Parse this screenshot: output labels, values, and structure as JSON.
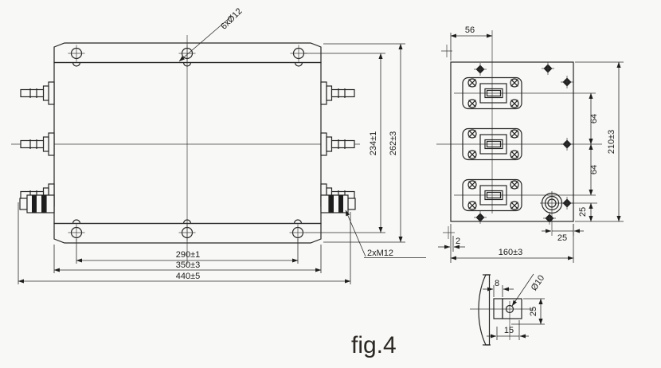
{
  "figure": {
    "label": "fig.4"
  },
  "colors": {
    "background": "#f8f8f6",
    "line": "#262626",
    "text": "#1c1c1c"
  },
  "front_view": {
    "callouts": {
      "mounting_holes": "6xØ12",
      "terminal_studs": "2xM12"
    },
    "dimensions": {
      "hole_spacing_x": "290±1",
      "flange_width": "350±3",
      "overall_width": "440±5",
      "hole_spacing_y": "234±1",
      "overall_height": "262±3"
    }
  },
  "top_view": {
    "dimensions": {
      "terminal_offset_x": "56",
      "terminal_pitch_upper": "64",
      "terminal_pitch_lower": "64",
      "overall_height": "210±3",
      "stud_to_edge_y": "25",
      "stud_to_edge_x": "25",
      "plate_lip": "2",
      "overall_width": "160±3"
    }
  },
  "detail_view": {
    "dimensions": {
      "busbar_thickness": "8",
      "hole_diameter": "Ø10",
      "hole_to_base": "25",
      "hole_offset": "15"
    }
  }
}
